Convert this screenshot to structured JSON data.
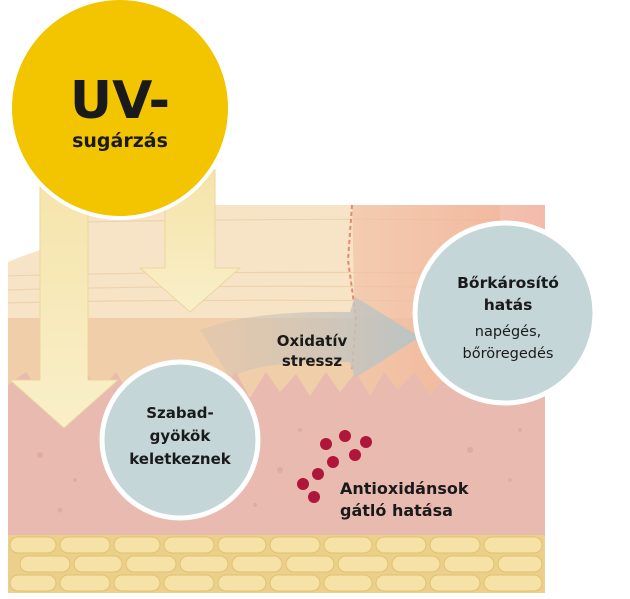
{
  "uv": {
    "line1": "UV-",
    "line2": "sugárzás"
  },
  "oxidative": {
    "line1": "Oxidatív",
    "line2": "stressz"
  },
  "free_radicals": {
    "line1": "Szabad-",
    "line2": "gyökök",
    "line3": "keletkeznek"
  },
  "damage": {
    "line1": "Bőrkárosító",
    "line2": "hatás",
    "line3": "napégés,",
    "line4": "bőröregedés"
  },
  "antioxidants": {
    "line1": "Antioxidánsok",
    "line2": "gátló hatása"
  },
  "colors": {
    "uv_yellow": "#F2C500",
    "bubble_fill": "#C5D6D8",
    "bubble_stroke": "#FFFFFF",
    "text_dark": "#1A1A1A",
    "antioxidant_dot": "#B0163A",
    "dermis": "#E7B8AE",
    "epidermis": "#F2D4B3",
    "stratum": "#F6E2C4",
    "fat_cell": "#F4DE9E"
  }
}
